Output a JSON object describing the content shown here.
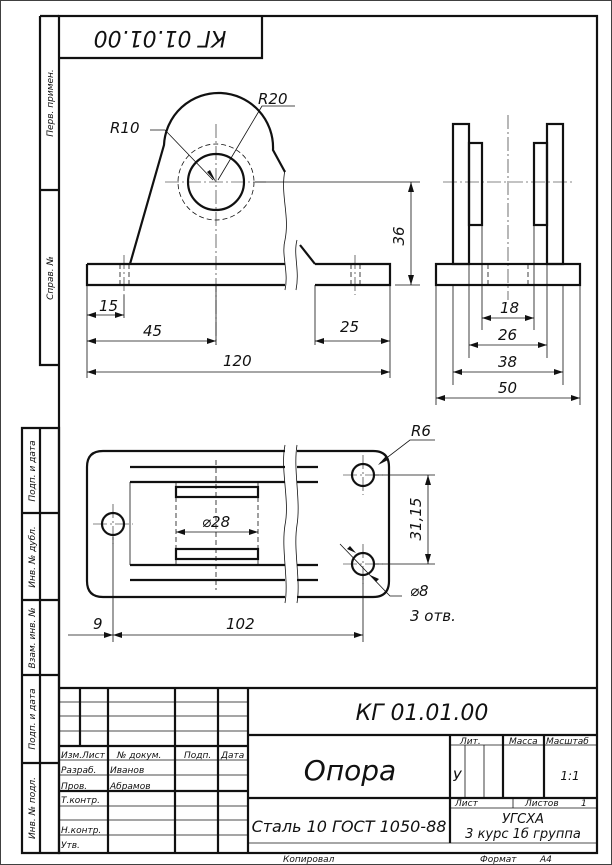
{
  "drawing": {
    "code": "КГ 01.01.00",
    "code_mirrored": "КГ 01.01.00",
    "title": "Опора",
    "material": "Сталь 10  ГОСТ 1050-88",
    "organization": "УГСХА",
    "group": "3 курс 1б группа",
    "scale": "1:1",
    "letter": "У",
    "sheet_label": "Лист",
    "sheets_label": "Листов",
    "sheets_count": "1",
    "copied_label": "Копировал",
    "format_label": "Формат",
    "format_value": "А4"
  },
  "side_stamp": {
    "perv_primen": "Перв. примен.",
    "sprav_no": "Справ. №",
    "podp_data_1": "Подп. и дата",
    "inv_dubl": "Инв. № дубл.",
    "vzam_inv": "Взам. инв. №",
    "podp_data_2": "Подп. и дата",
    "inv_podl": "Инв. № подл."
  },
  "title_block": {
    "headers": {
      "izm": "Изм.",
      "list": "Лист",
      "dokum": "№ докум.",
      "podp": "Подп.",
      "data": "Дата"
    },
    "headers_right": {
      "lit": "Лит.",
      "massa": "Масса",
      "masshtab": "Масштаб"
    },
    "roles": [
      {
        "role": "Разраб.",
        "name": "Иванов"
      },
      {
        "role": "Пров.",
        "name": "Абрамов"
      },
      {
        "role": "Т.контр.",
        "name": ""
      },
      {
        "role": "Н.контр.",
        "name": ""
      },
      {
        "role": "Утв.",
        "name": ""
      }
    ]
  },
  "dimensions": {
    "r10": "R10",
    "r20": "R20",
    "h36": "36",
    "d15": "15",
    "d45": "45",
    "d25": "25",
    "d120": "120",
    "d18": "18",
    "d26": "26",
    "d38": "38",
    "d50": "50",
    "r6": "R6",
    "d31": "31,15",
    "phi28": "⌀28",
    "phi8": "⌀8",
    "holes": "3 отв.",
    "d9": "9",
    "d102": "102"
  }
}
